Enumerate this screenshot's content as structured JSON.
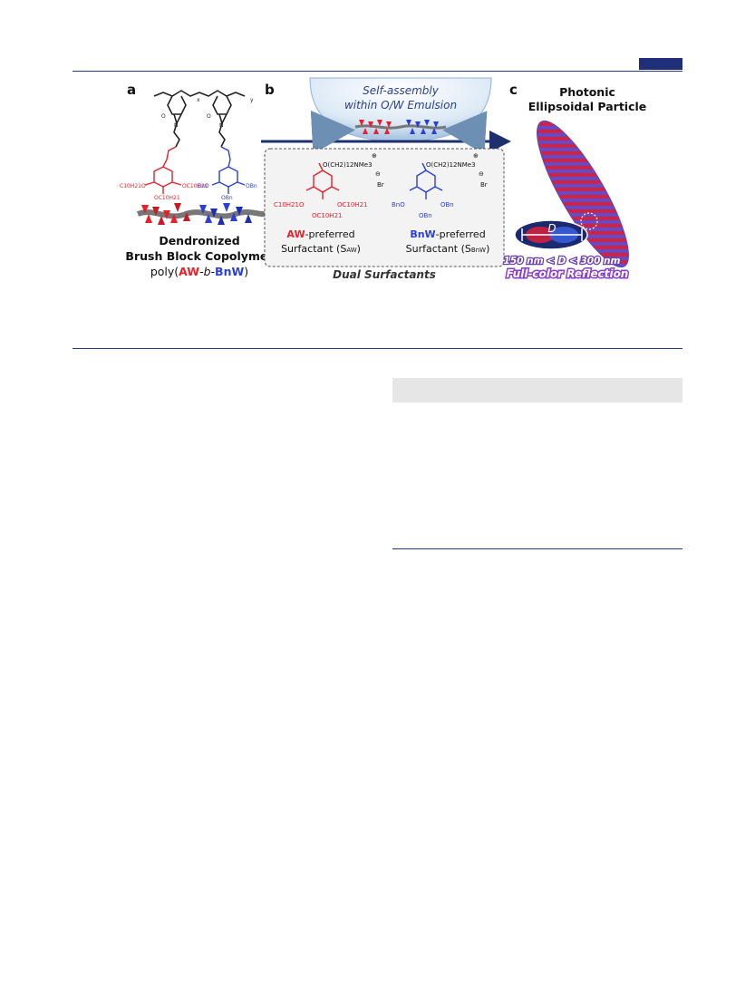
{
  "figure": {
    "panel_a": {
      "letter": "a",
      "title_line1": "Dendronized",
      "title_line2": "Brush Block Copolymer",
      "poly_prefix": "poly(",
      "block_aw": "AW",
      "block_sep": "-b-",
      "block_bnw": "BnW",
      "poly_suffix": ")",
      "sub_x": "x",
      "sub_y": "y",
      "label_c10_left": "C10H21O",
      "label_oc10_right": "OC10H21",
      "label_oc10_bottom": "OC10H21",
      "label_bno": "BnO",
      "label_obn_right": "OBn",
      "label_obn_bottom": "OBn",
      "label_o": "O",
      "label_n": "N"
    },
    "panel_b": {
      "letter": "b",
      "emulsion_line1": "Self-assembly",
      "emulsion_line2": "within O/W Emulsion",
      "surf_aw_head": "O(CH2)12NMe3",
      "surf_aw_plus": "⊕",
      "surf_aw_br": "Br",
      "surf_aw_minus": "⊖",
      "surf_aw_c10": "C10H21O",
      "surf_aw_oc10_right": "OC10H21",
      "surf_aw_oc10_bottom": "OC10H21",
      "surf_aw_name": "AW",
      "surf_aw_pref": "-preferred",
      "surf_aw_label": "Surfactant (S",
      "surf_aw_sub": "AW",
      "surf_bnw_head": "O(CH2)12NMe3",
      "surf_bnw_plus": "⊕",
      "surf_bnw_br": "Br",
      "surf_bnw_minus": "⊖",
      "surf_bnw_bno": "BnO",
      "surf_bnw_obn_right": "OBn",
      "surf_bnw_obn_bottom": "OBn",
      "surf_bnw_name": "BnW",
      "surf_bnw_pref": "-preferred",
      "surf_bnw_label": "Surfactant (S",
      "surf_bnw_sub": "BnW",
      "paren_close": ")",
      "dual_label": "Dual Surfactants"
    },
    "panel_c": {
      "letter": "c",
      "title_line1": "Photonic",
      "title_line2": "Ellipsoidal Particle",
      "d_label": "D",
      "range_label": "150 nm < D < 300 nm",
      "reflection_label": "Full-color Reflection"
    },
    "colors": {
      "aw_red": "#e8202a",
      "bnw_blue": "#2a3fd8",
      "rule_navy": "#2b3a7a",
      "arrow_navy": "#1e2f6e",
      "purple": "#8a3fd0"
    }
  }
}
